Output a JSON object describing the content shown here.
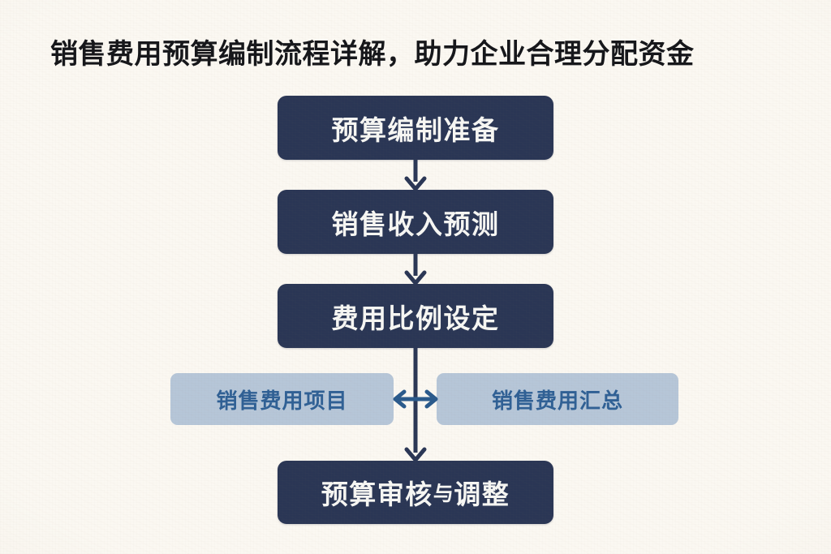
{
  "page": {
    "background_color": "#fbf8f2",
    "title": "销售费用预算编制流程详解，助力企业合理分配资金"
  },
  "theme": {
    "primary_box_color": "#2a3655",
    "primary_text_color": "#f7f7f4",
    "secondary_box_color": "#b6c6d8",
    "secondary_text_color": "#2f6095",
    "connector_color": "#2a3655",
    "title_color": "#15161a"
  },
  "flowchart": {
    "type": "flowchart",
    "orientation": "vertical",
    "nodes": [
      {
        "id": "prepare",
        "label": "预算编制准备",
        "style": "primary"
      },
      {
        "id": "forecast",
        "label": "销售收入预测",
        "style": "primary"
      },
      {
        "id": "ratio",
        "label": "费用比例设定",
        "style": "primary"
      },
      {
        "id": "items",
        "label": "销售费用项目",
        "style": "secondary"
      },
      {
        "id": "summary",
        "label": "销售费用汇总",
        "style": "secondary"
      },
      {
        "id": "review",
        "label_main": "预算审核",
        "label_small": "与",
        "label_tail": "调整",
        "style": "primary"
      }
    ],
    "edges": [
      {
        "from": "prepare",
        "to": "forecast",
        "direction": "down",
        "arrow": "single"
      },
      {
        "from": "forecast",
        "to": "ratio",
        "direction": "down",
        "arrow": "single"
      },
      {
        "from": "ratio",
        "to": "review",
        "direction": "down",
        "arrow": "single"
      },
      {
        "from": "items",
        "to": "summary",
        "direction": "horizontal",
        "arrow": "double"
      }
    ]
  }
}
